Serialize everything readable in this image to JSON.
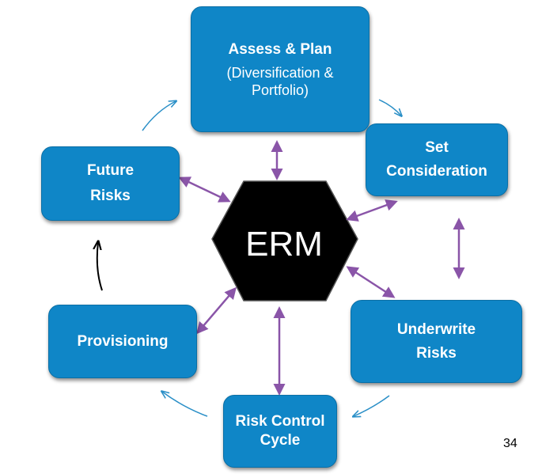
{
  "center": {
    "label": "ERM"
  },
  "nodes": {
    "assess_plan": {
      "title": "Assess & Plan",
      "subtitle_line1": "(Diversification &",
      "subtitle_line2": "Portfolio)"
    },
    "set_consideration": {
      "line1": "Set",
      "line2": "Consideration"
    },
    "underwrite_risks": {
      "line1": "Underwrite",
      "line2": "Risks"
    },
    "risk_control_cycle": {
      "line1": "Risk Control",
      "line2": "Cycle"
    },
    "provisioning": {
      "line1": "Provisioning"
    },
    "future_risks": {
      "line1": "Future",
      "line2": "Risks"
    }
  },
  "colors": {
    "box_fill": "#0f86c7",
    "hexagon_fill": "#000000",
    "connector_purple": "#8a55a8",
    "cycle_arrow_blue": "#2a8fc7",
    "black_arrow": "#000000"
  },
  "page_number": "34"
}
